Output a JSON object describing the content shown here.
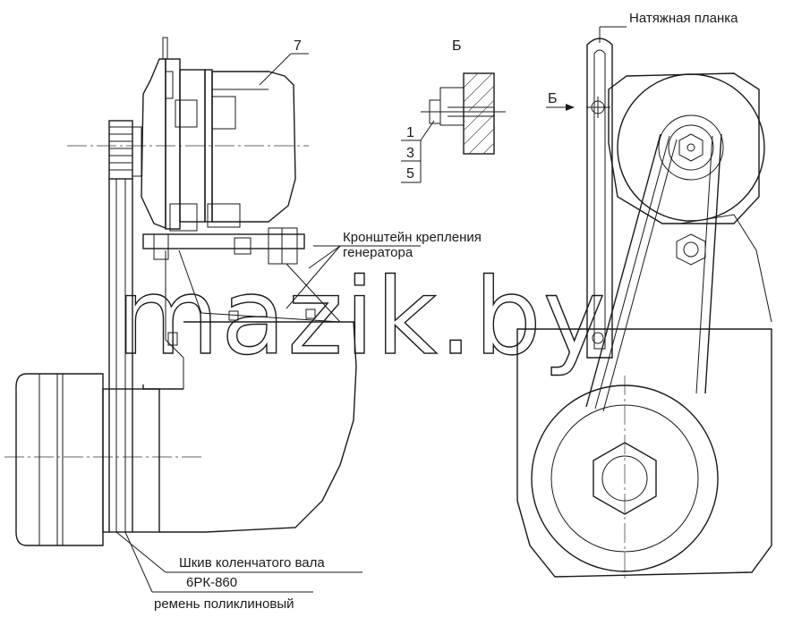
{
  "labels": {
    "part_7": "7",
    "view_b_title": "Б",
    "view_b_item_1": "1",
    "view_b_item_3": "3",
    "view_b_item_5": "5",
    "view_b_arrow": "Б",
    "tension_bar": "Натяжная планка",
    "bracket_line1": "Кронштейн крепления",
    "bracket_line2": "генератора",
    "crankshaft_pulley": "Шкив коленчатого вала",
    "belt_code": "6РК-860",
    "belt_name": "ремень поликлиновый"
  },
  "watermark": "mazik.by"
}
